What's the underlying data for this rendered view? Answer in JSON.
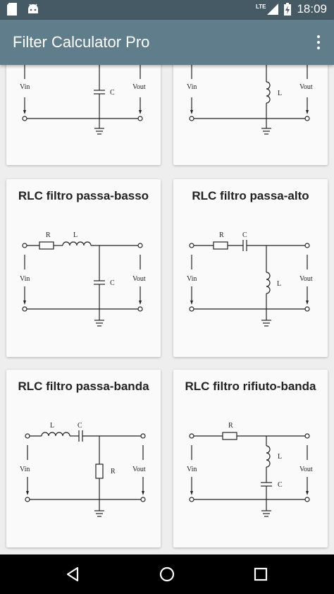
{
  "status_bar": {
    "time": "18:09",
    "network": "LTE"
  },
  "app_bar": {
    "title": "Filter Calculator Pro",
    "menu_icon": "more-vert-icon"
  },
  "labels": {
    "vin": "Vin",
    "vout": "Vout",
    "r": "R",
    "l": "L",
    "c": "C"
  },
  "cards": [
    {
      "title": "",
      "type": "rc-low-pass-partial"
    },
    {
      "title": "",
      "type": "rl-high-pass-partial"
    },
    {
      "title": "RLC filtro passa-basso",
      "type": "rlc-low-pass"
    },
    {
      "title": "RLC filtro passa-alto",
      "type": "rlc-high-pass"
    },
    {
      "title": "RLC filtro passa-banda",
      "type": "rlc-band-pass"
    },
    {
      "title": "RLC filtro rifiuto-banda",
      "type": "rlc-band-stop"
    }
  ],
  "nav_bar": {
    "back_icon": "back-icon",
    "home_icon": "home-icon",
    "recents_icon": "recents-icon"
  }
}
